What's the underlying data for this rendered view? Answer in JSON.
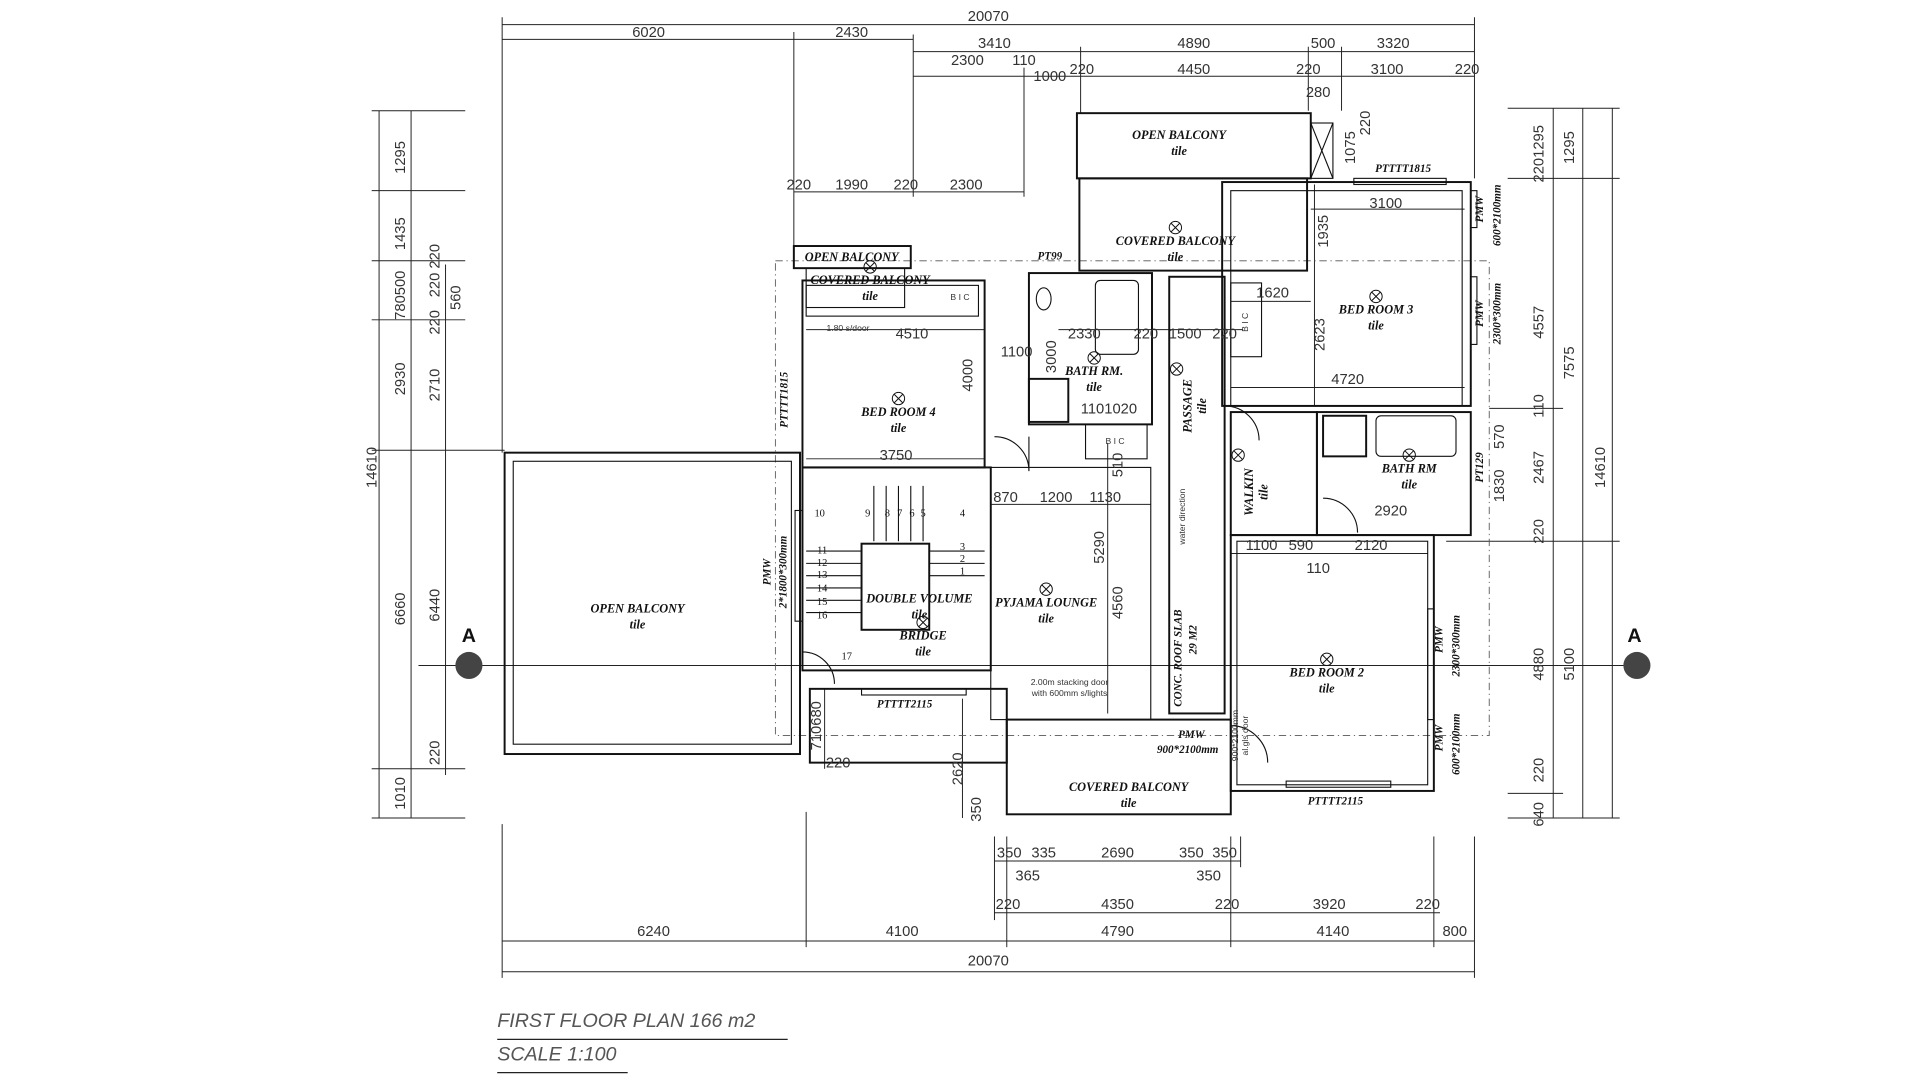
{
  "drawing": {
    "title": "FIRST FLOOR PLAN 166 m2",
    "scale": "SCALE 1:100",
    "section_marker": "A"
  },
  "rooms": [
    {
      "name": "OPEN BALCONY",
      "finish": "tile"
    },
    {
      "name": "COVERED BALCONY",
      "finish": "tile"
    },
    {
      "name": "BED ROOM 3",
      "finish": "tile"
    },
    {
      "name": "BATH RM.",
      "finish": "tile"
    },
    {
      "name": "BED ROOM 4",
      "finish": "tile"
    },
    {
      "name": "PASSAGE",
      "finish": "tile"
    },
    {
      "name": "BATH RM",
      "finish": "tile"
    },
    {
      "name": "WALKIN",
      "finish": "tile"
    },
    {
      "name": "OPEN BALCONY",
      "finish": "tile"
    },
    {
      "name": "DOUBLE VOLUME",
      "finish": "tile"
    },
    {
      "name": "PYJAMA LOUNGE",
      "finish": "tile"
    },
    {
      "name": "BRIDGE",
      "finish": "tile"
    },
    {
      "name": "BED ROOM 2",
      "finish": "tile"
    },
    {
      "name": "COVERED BALCONY",
      "finish": "tile"
    },
    {
      "name": "OPEN BALCONY"
    },
    {
      "name": "COVERED BALCONY",
      "finish": "tile"
    }
  ],
  "annotations": [
    "PTTTT1815",
    "PT99",
    "PTTTT1815",
    "PMW",
    "2*1800*300mm",
    "PTTTT2115",
    "PTTTT2115",
    "PT129",
    "PMW",
    "600*2100mm",
    "PMW",
    "2300*300mm",
    "PMW",
    "2300*300mm",
    "PMW",
    "600*2100mm",
    "PMW",
    "900*2100mm",
    "900*2100mm",
    "al.gls door",
    "2.00m stacking door",
    "with 600mm s/lights",
    "CONC. ROOF SLAB",
    "29 M2",
    "1.80 s/door",
    "B I C",
    "B I C",
    "B I C",
    "water direction"
  ],
  "stair_numbers": [
    "1",
    "2",
    "3",
    "4",
    "5",
    "6",
    "7",
    "8",
    "9",
    "10",
    "11",
    "12",
    "13",
    "14",
    "15",
    "16",
    "17"
  ],
  "dimensions": {
    "top": [
      "20070",
      "6020",
      "2430",
      "3410",
      "4890",
      "500",
      "3320",
      "2300",
      "110",
      "1000",
      "220",
      "4450",
      "220",
      "3100",
      "220",
      "280",
      "220",
      "1990",
      "220",
      "2300",
      "1075",
      "220"
    ],
    "left": [
      "1295",
      "1435",
      "780500",
      "2930",
      "14610",
      "6660",
      "1010",
      "220 220",
      "220",
      "560",
      "2710",
      "6440",
      "220"
    ],
    "right": [
      "2201295",
      "4557",
      "110",
      "2467",
      "220",
      "4880",
      "220",
      "640",
      "1295",
      "7575",
      "5100",
      "14610",
      "570",
      "1830"
    ],
    "bottom": [
      "350",
      "335",
      "2690",
      "350",
      "350",
      "365",
      "350",
      "220",
      "4350",
      "220",
      "3920",
      "220",
      "6240",
      "4100",
      "4790",
      "4140",
      "800",
      "20070"
    ],
    "interior": [
      "4510",
      "3750",
      "870",
      "1200",
      "1130",
      "2330",
      "220",
      "1500",
      "220",
      "1100",
      "3000",
      "4000",
      "1101020",
      "510",
      "5290",
      "4560",
      "1620",
      "2623",
      "4720",
      "3100",
      "1935",
      "2920",
      "1100",
      "590",
      "2120",
      "110",
      "710680",
      "220",
      "2620",
      "350"
    ]
  }
}
